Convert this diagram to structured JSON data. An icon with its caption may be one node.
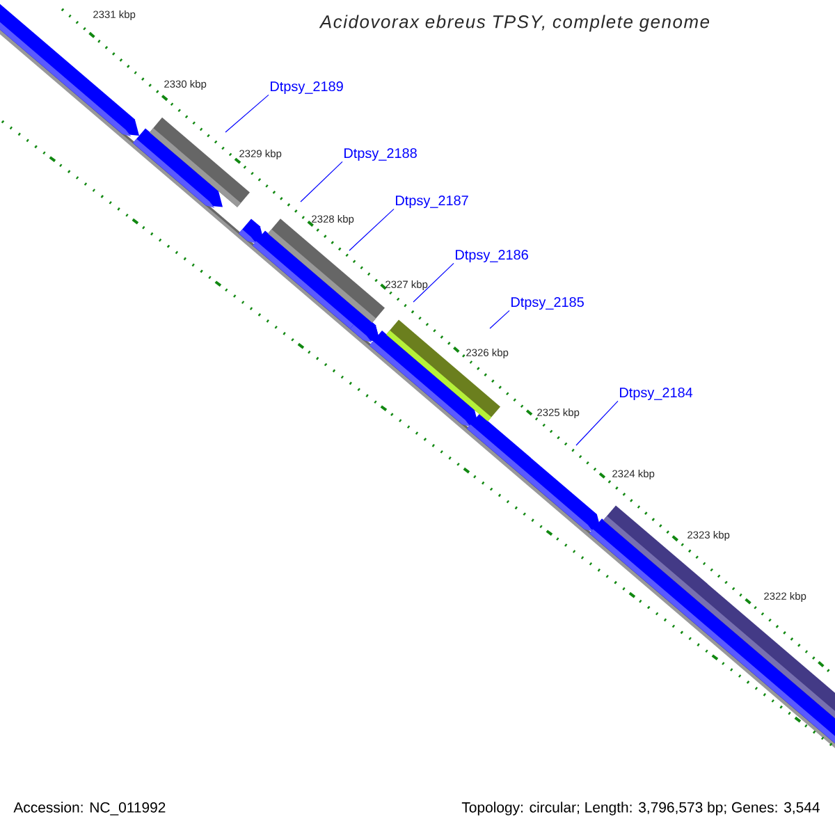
{
  "diagram": {
    "title": "Acidovorax ebreus TPSY, complete genome",
    "nodes": [
      {
        "text": [
          "Dtpsy_2189"
        ]
      },
      {
        "text": [
          "Dtpsy_2188"
        ]
      },
      {
        "text": [
          "Dtpsy_2187"
        ]
      },
      {
        "text": [
          "Dtpsy_2186"
        ]
      },
      {
        "text": [
          "Dtpsy_2185"
        ]
      },
      {
        "text": [
          "Dtpsy_2184"
        ]
      }
    ],
    "edges": [
      {
        "from": 0,
        "to": null,
        "arrow": "none"
      },
      {
        "from": 1,
        "to": null,
        "arrow": "none"
      },
      {
        "from": 2,
        "to": null,
        "arrow": "none"
      },
      {
        "from": 3,
        "to": null,
        "arrow": "none"
      },
      {
        "from": 4,
        "to": null,
        "arrow": "none"
      },
      {
        "from": 5,
        "to": null,
        "arrow": "none"
      }
    ],
    "labels": [
      "2331 kbp",
      "2330 kbp",
      "2329 kbp",
      "2328 kbp",
      "2327 kbp",
      "2326 kbp",
      "2325 kbp",
      "2324 kbp",
      "2323 kbp",
      "2322 kbp",
      "Accession: NC_011992",
      "Topology: circular; Length: 3,796,573 bp; Genes: 3,544"
    ]
  }
}
